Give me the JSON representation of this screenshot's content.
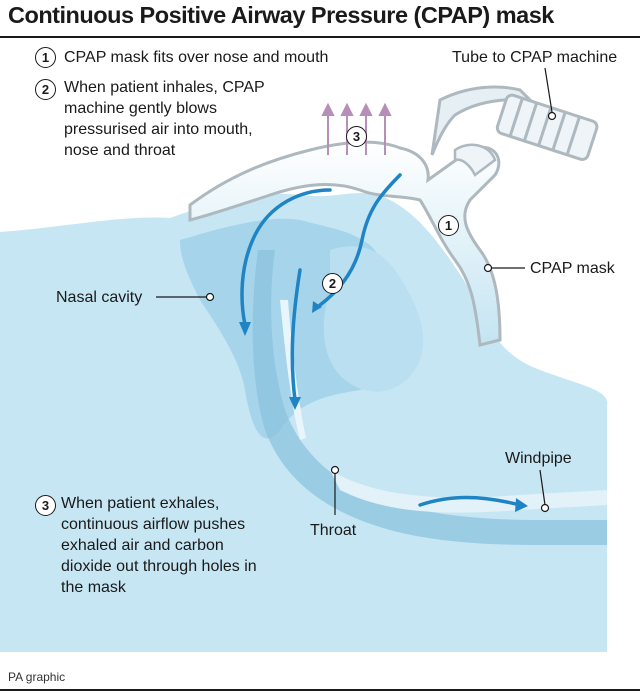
{
  "title": "Continuous Positive Airway Pressure (CPAP) mask",
  "steps": [
    {
      "number": "1",
      "text": "CPAP mask fits over nose and mouth"
    },
    {
      "number": "2",
      "text": "When patient inhales, CPAP machine gently blows pressurised air into mouth, nose and throat"
    },
    {
      "number": "3",
      "text": "When patient exhales, continuous airflow pushes exhaled air and carbon dioxide out through holes in the mask"
    }
  ],
  "labels": {
    "tube": "Tube to CPAP machine",
    "mask": "CPAP mask",
    "nasal_cavity": "Nasal cavity",
    "windpipe": "Windpipe",
    "throat": "Throat"
  },
  "credit": "PA graphic",
  "colors": {
    "tissue_light": "#c7e6f3",
    "tissue_mid": "#a6d4ea",
    "tissue_dark": "#8bc3df",
    "airflow_arrow": "#1f84c4",
    "exhale_arrow": "#b68fb8",
    "mask_outline": "#aeb8bf",
    "text": "#1a1a1a"
  }
}
